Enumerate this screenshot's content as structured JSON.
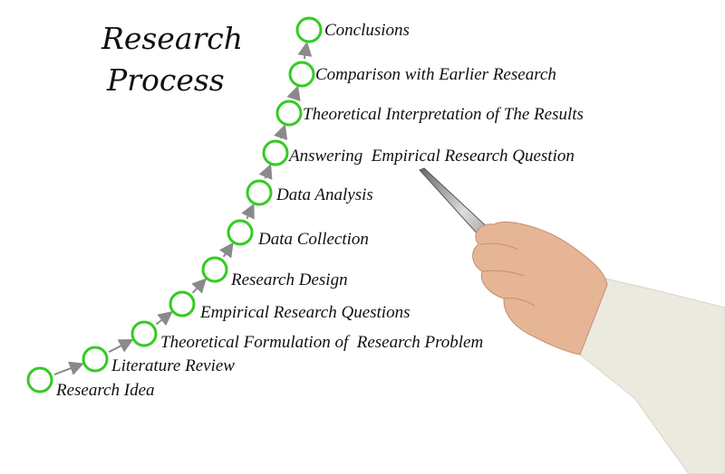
{
  "title": {
    "line1": "Research",
    "line2": "Process"
  },
  "colors": {
    "circle": "#33cc22",
    "arrow": "#8a8a8a",
    "text": "#111111",
    "skin": "#e8b89a",
    "sleeve": "#ece9df"
  },
  "steps": [
    {
      "label": "Research Idea"
    },
    {
      "label": "Literature Review"
    },
    {
      "label": "Theoretical Formulation of  Research Problem"
    },
    {
      "label": "Empirical Research Questions"
    },
    {
      "label": "Research Design"
    },
    {
      "label": "Data Collection"
    },
    {
      "label": "Data Analysis"
    },
    {
      "label": "Answering  Empirical Research Question"
    },
    {
      "label": "Theoretical Interpretation of The Results"
    },
    {
      "label": "Comparison with Earlier Research"
    },
    {
      "label": "Conclusions"
    }
  ]
}
